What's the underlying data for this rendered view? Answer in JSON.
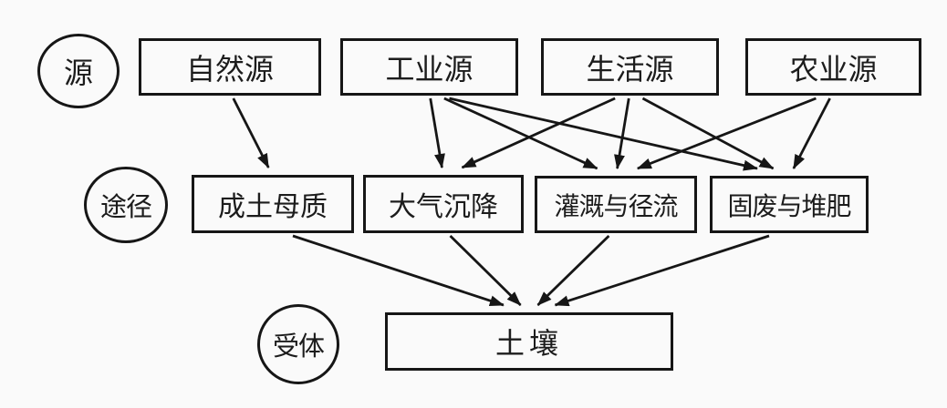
{
  "diagram": {
    "title": "soil-pollution-source-pathway-receptor-diagram",
    "colors": {
      "background": "#fafafa",
      "line": "#161616",
      "box_border": "#161616",
      "text": "#1c1c1c"
    },
    "rows": [
      {
        "id": "source-row",
        "label": "源"
      },
      {
        "id": "pathway-row",
        "label": "途径"
      },
      {
        "id": "receptor-row",
        "label": "受体"
      }
    ],
    "nodes": {
      "source-row-label": {
        "label": "源",
        "shape": "circle"
      },
      "natural-source": {
        "label": "自然源",
        "shape": "box"
      },
      "industrial-source": {
        "label": "工业源",
        "shape": "box"
      },
      "domestic-source": {
        "label": "生活源",
        "shape": "box"
      },
      "agricultural-source": {
        "label": "农业源",
        "shape": "box"
      },
      "pathway-row-label": {
        "label": "途径",
        "shape": "circle"
      },
      "soil-parent-material": {
        "label": "成土母质",
        "shape": "box"
      },
      "atmospheric-deposition": {
        "label": "大气沉降",
        "shape": "box"
      },
      "irrigation-and-runoff": {
        "label": "灌溉与径流",
        "shape": "box"
      },
      "solid-waste-and-compost": {
        "label": "固废与堆肥",
        "shape": "box"
      },
      "receptor-row-label": {
        "label": "受体",
        "shape": "circle"
      },
      "soil": {
        "label": "土壤",
        "shape": "box"
      }
    },
    "edges": [
      {
        "from": "natural-source",
        "to": "soil-parent-material"
      },
      {
        "from": "industrial-source",
        "to": "atmospheric-deposition"
      },
      {
        "from": "industrial-source",
        "to": "irrigation-and-runoff"
      },
      {
        "from": "industrial-source",
        "to": "solid-waste-and-compost"
      },
      {
        "from": "domestic-source",
        "to": "atmospheric-deposition"
      },
      {
        "from": "domestic-source",
        "to": "irrigation-and-runoff"
      },
      {
        "from": "domestic-source",
        "to": "solid-waste-and-compost"
      },
      {
        "from": "agricultural-source",
        "to": "irrigation-and-runoff"
      },
      {
        "from": "agricultural-source",
        "to": "solid-waste-and-compost"
      },
      {
        "from": "soil-parent-material",
        "to": "soil"
      },
      {
        "from": "atmospheric-deposition",
        "to": "soil"
      },
      {
        "from": "irrigation-and-runoff",
        "to": "soil"
      },
      {
        "from": "solid-waste-and-compost",
        "to": "soil"
      }
    ]
  }
}
